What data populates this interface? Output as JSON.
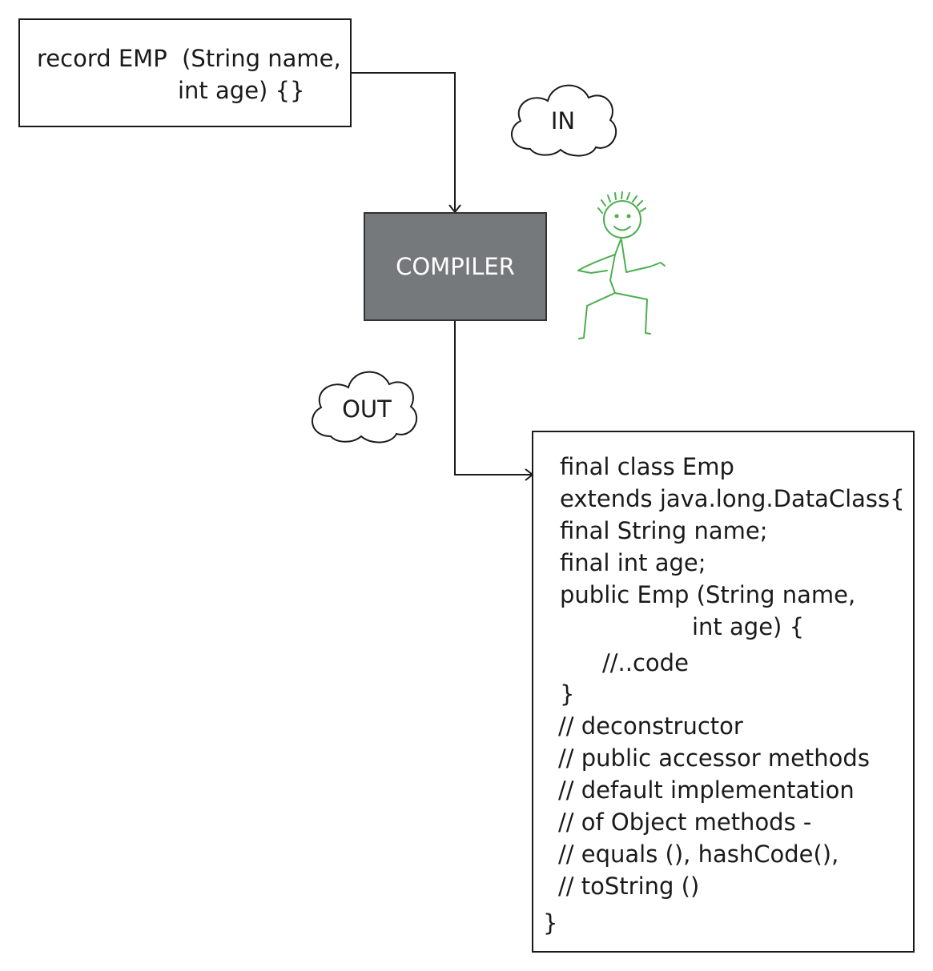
{
  "input": {
    "line1": "record EMP  (String name,",
    "line2": "int age) {}"
  },
  "compiler": {
    "label": "COMPILER"
  },
  "clouds": {
    "in": "IN",
    "out": "OUT"
  },
  "output": {
    "lines": [
      "final class Emp",
      "extends java.long.DataClass{",
      "final String name;",
      "final int age;",
      "public Emp (String name,",
      "int age) {",
      "//..code",
      "}",
      "// deconstructor",
      "// public accessor methods",
      "// default implementation",
      "// of Object methods -",
      "// equals (), hashCode(),",
      "// toString ()",
      "}"
    ]
  },
  "colors": {
    "compiler_fill": "#76797b",
    "figure_stroke": "#4caf50"
  }
}
